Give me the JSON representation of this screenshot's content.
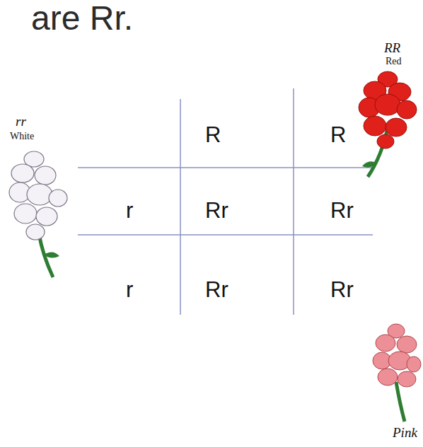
{
  "diagram": {
    "title": "are Rr.",
    "labels": [
      "RR",
      "Red",
      "rr",
      "White",
      "R",
      "R",
      "r",
      "Rr",
      "Rr",
      "r",
      "Rr",
      "Rr",
      "Pink"
    ]
  }
}
